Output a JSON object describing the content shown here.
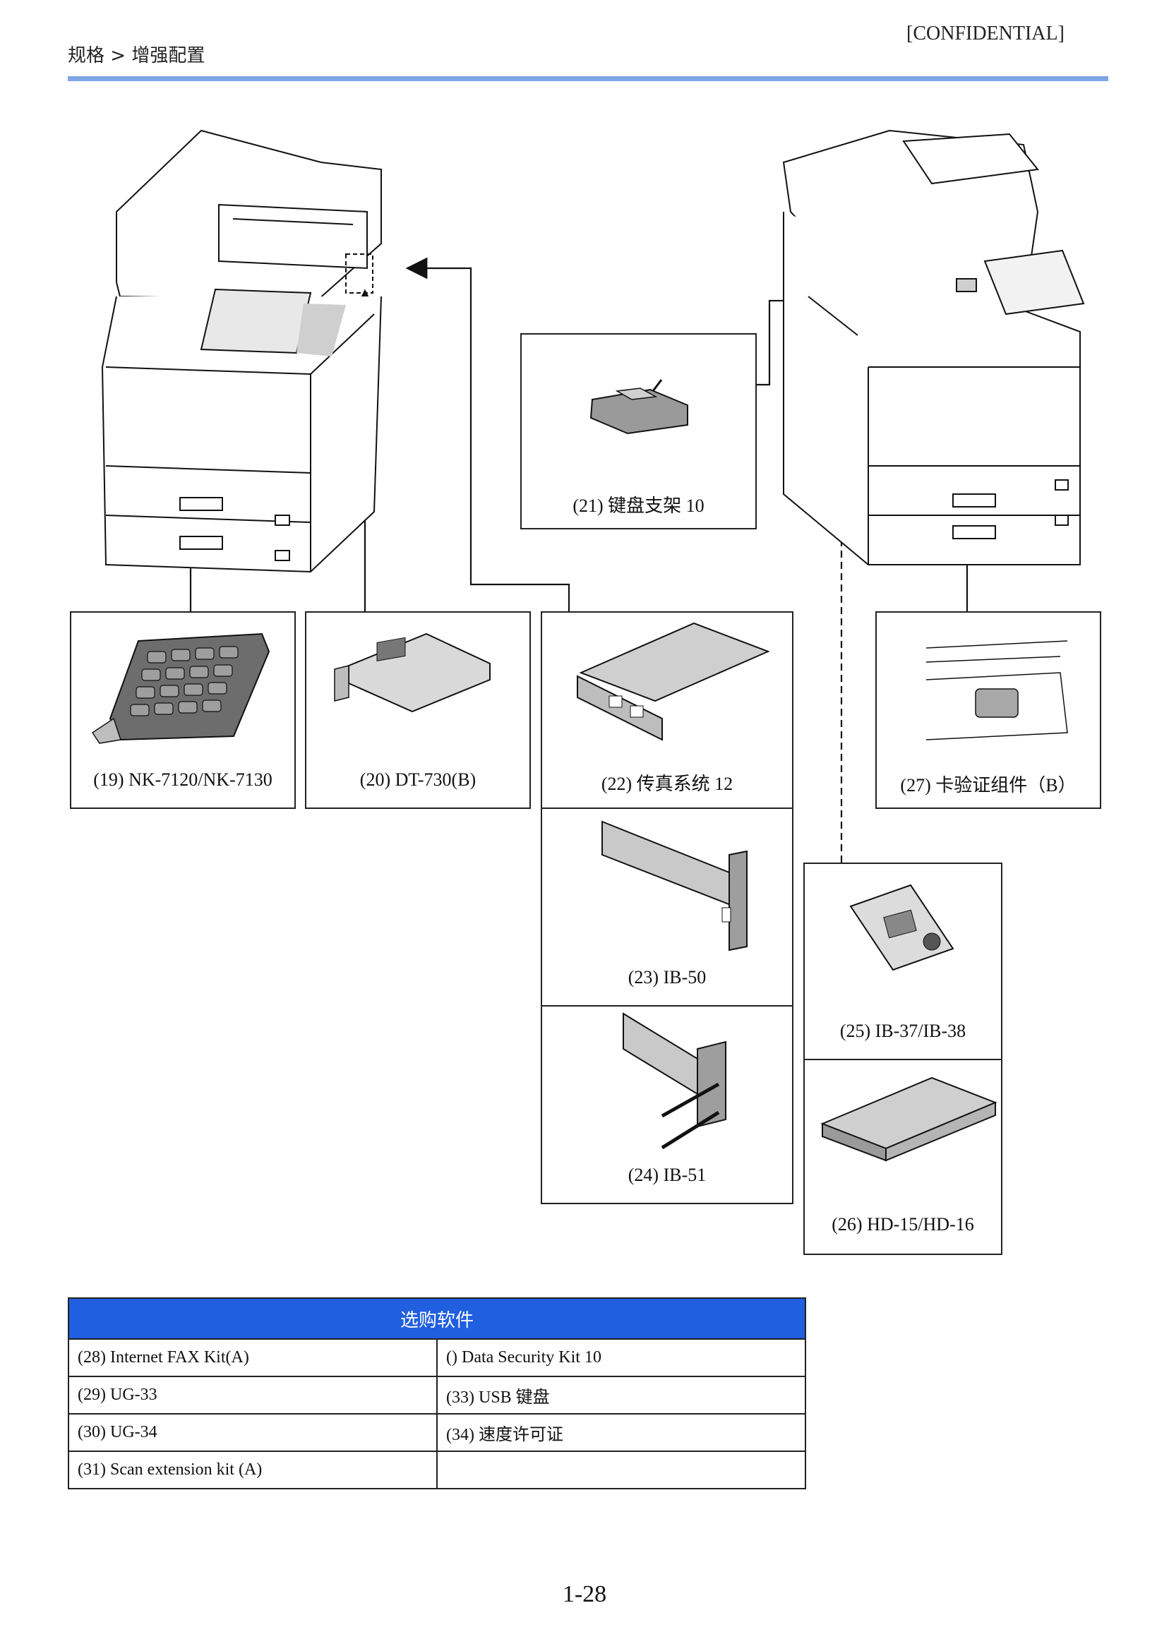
{
  "header": {
    "breadcrumb": "规格 > 增强配置",
    "confidential": "[CONFIDENTIAL]"
  },
  "options": [
    {
      "id": "nk7120",
      "label": "(19) NK-7120/NK-7130"
    },
    {
      "id": "dt730",
      "label": "(20) DT-730(B)"
    },
    {
      "id": "kbholder",
      "label": "(21) 键盘支架 10"
    },
    {
      "id": "fax",
      "label": "(22) 传真系统 12"
    },
    {
      "id": "ib50",
      "label": "(23) IB-50"
    },
    {
      "id": "ib51",
      "label": "(24) IB-51"
    },
    {
      "id": "ib37",
      "label": "(25) IB-37/IB-38"
    },
    {
      "id": "hd15",
      "label": "(26) HD-15/HD-16"
    },
    {
      "id": "cardauth",
      "label": "(27) 卡验证组件（B）"
    }
  ],
  "software_table": {
    "title": "选购软件",
    "rows": [
      [
        "(28) Internet FAX Kit(A)",
        "() Data Security Kit 10"
      ],
      [
        "(29) UG-33",
        "(33) USB 键盘"
      ],
      [
        "(30) UG-34",
        "(34) 速度许可证"
      ],
      [
        "(31) Scan extension kit (A)",
        ""
      ]
    ]
  },
  "page_number": "1-28"
}
